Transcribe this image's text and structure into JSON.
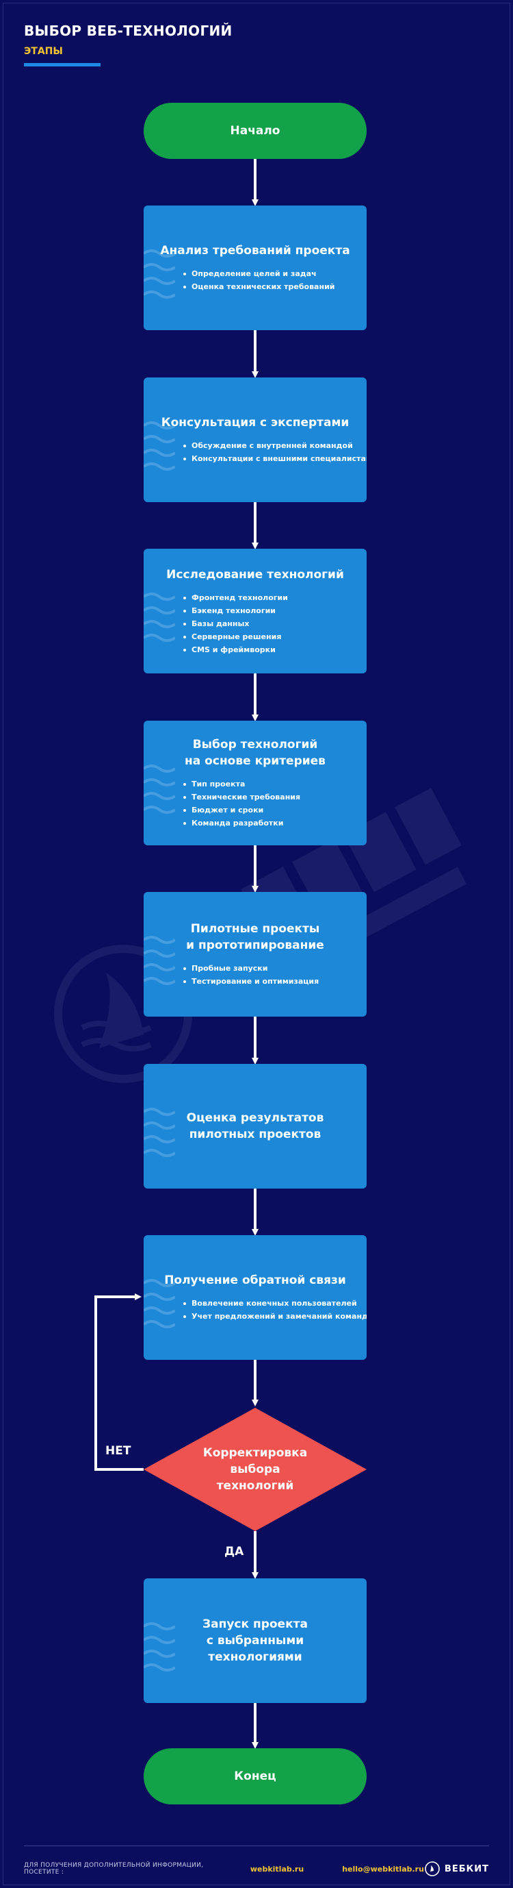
{
  "header": {
    "title": "ВЫБОР ВЕБ-ТЕХНОЛОГИЙ",
    "subtitle": "ЭТАПЫ"
  },
  "colors": {
    "background": "#0a0d5e",
    "step": "#1e88d8",
    "terminal": "#13a24a",
    "decision": "#ef5350",
    "accent": "#f4c430",
    "underline": "#1e88e5"
  },
  "flow": {
    "start": "Начало",
    "steps": [
      {
        "title": "Анализ требований проекта",
        "items": [
          "Определение целей и задач",
          "Оценка технических требований"
        ]
      },
      {
        "title": "Консультация с экспертами",
        "items": [
          "Обсуждение с внутренней командой",
          "Консультации с внешними специалистами"
        ]
      },
      {
        "title": "Исследование технологий",
        "items": [
          "Фронтенд технологии",
          "Бэкенд технологии",
          "Базы данных",
          "Серверные решения",
          "CMS и фреймворки"
        ]
      },
      {
        "title": "Выбор технологий\nна основе критериев",
        "items": [
          "Тип проекта",
          "Технические требования",
          "Бюджет и сроки",
          "Команда разработки"
        ]
      },
      {
        "title": "Пилотные проекты\nи прототипирование",
        "items": [
          "Пробные запуски",
          "Тестирование и оптимизация"
        ]
      },
      {
        "title": "Оценка результатов\nпилотных проектов",
        "items": []
      },
      {
        "title": "Получение обратной связи",
        "items": [
          "Вовлечение конечных пользователей",
          "Учет предложений и замечаний команды"
        ]
      }
    ],
    "decision": {
      "label": "Корректировка\nвыбора\nтехнологий",
      "no_label": "НЕТ",
      "yes_label": "ДА"
    },
    "launch": "Запуск проекта\nс выбранными технологиями",
    "end": "Конец"
  },
  "footer": {
    "info": "ДЛЯ ПОЛУЧЕНИЯ ДОПОЛНИТЕЛЬНОЙ ИНФОРМАЦИИ, ПОСЕТИТЕ :",
    "site": "webkitlab.ru",
    "email": "hello@webkitlab.ru",
    "brand": "ВЕБКИТ"
  }
}
